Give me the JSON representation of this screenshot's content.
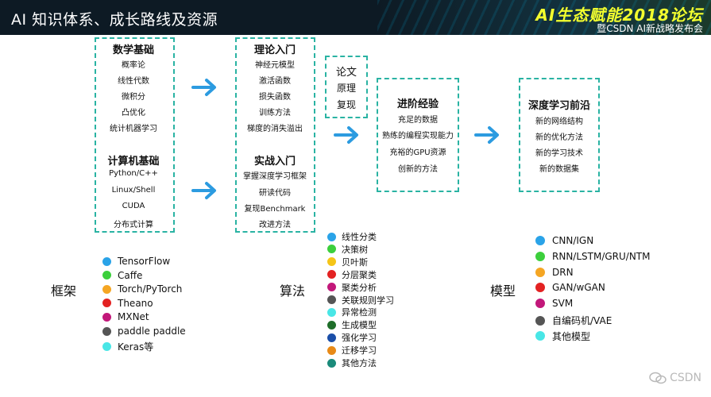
{
  "header": {
    "title": "AI 知识体系、成长路线及资源",
    "event_title": "AI生态赋能2018论坛",
    "event_subtitle": "暨CSDN AI新战略发布会"
  },
  "col1": {
    "math_title": "数学基础",
    "math_items": [
      "概率论",
      "线性代数",
      "微积分",
      "凸优化",
      "统计机器学习"
    ],
    "cs_title": "计算机基础",
    "cs_items": [
      "Python/C++",
      "Linux/Shell",
      "CUDA",
      "分布式计算"
    ]
  },
  "col2": {
    "theory_title": "理论入门",
    "theory_items": [
      "神经元模型",
      "激活函数",
      "损失函数",
      "训练方法",
      "梯度的消失溢出"
    ],
    "practice_title": "实战入门",
    "practice_items": [
      "掌握深度学习框架",
      "研读代码",
      "复现Benchmark",
      "改进方法"
    ]
  },
  "paper": {
    "items": [
      "论文",
      "原理",
      "复现"
    ]
  },
  "advanced": {
    "title": "进阶经验",
    "items": [
      "充足的数据",
      "熟练的编程实现能力",
      "充裕的GPU资源",
      "创新的方法"
    ]
  },
  "frontier": {
    "title": "深度学习前沿",
    "items": [
      "新的网络结构",
      "新的优化方法",
      "新的学习技术",
      "新的数据集"
    ]
  },
  "frameworks": {
    "label": "框架",
    "items": [
      {
        "text": "TensorFlow",
        "color": "#2aa3e8"
      },
      {
        "text": "Caffe",
        "color": "#3ccf3c"
      },
      {
        "text": "Torch/PyTorch",
        "color": "#f5a623"
      },
      {
        "text": "Theano",
        "color": "#e32222"
      },
      {
        "text": "MXNet",
        "color": "#c2187a"
      },
      {
        "text": "paddle paddle",
        "color": "#555555"
      },
      {
        "text": "Keras等",
        "color": "#49e6e6"
      }
    ]
  },
  "algorithms": {
    "label": "算法",
    "items": [
      {
        "text": "线性分类",
        "color": "#2aa3e8"
      },
      {
        "text": "决策树",
        "color": "#3ccf3c"
      },
      {
        "text": "贝叶斯",
        "color": "#f5c518"
      },
      {
        "text": "分层聚类",
        "color": "#e32222"
      },
      {
        "text": "聚类分析",
        "color": "#c2187a"
      },
      {
        "text": "关联规则学习",
        "color": "#555555"
      },
      {
        "text": "异常检测",
        "color": "#49e6e6"
      },
      {
        "text": "生成模型",
        "color": "#1f6e2a"
      },
      {
        "text": "强化学习",
        "color": "#1a4ea8"
      },
      {
        "text": "迁移学习",
        "color": "#e88a17"
      },
      {
        "text": "其他方法",
        "color": "#1a8a7a"
      }
    ]
  },
  "models": {
    "label": "模型",
    "items": [
      {
        "text": "CNN/IGN",
        "color": "#2aa3e8"
      },
      {
        "text": "RNN/LSTM/GRU/NTM",
        "color": "#3ccf3c"
      },
      {
        "text": "DRN",
        "color": "#f5a623"
      },
      {
        "text": "GAN/wGAN",
        "color": "#e32222"
      },
      {
        "text": "SVM",
        "color": "#c2187a"
      },
      {
        "text": "自编码机/VAE",
        "color": "#555555"
      },
      {
        "text": "其他模型",
        "color": "#49e6e6"
      }
    ]
  },
  "watermark": {
    "text": "CSDN"
  },
  "colors": {
    "box_border": "#2ab3a3",
    "arrow": "#2c9be0"
  }
}
